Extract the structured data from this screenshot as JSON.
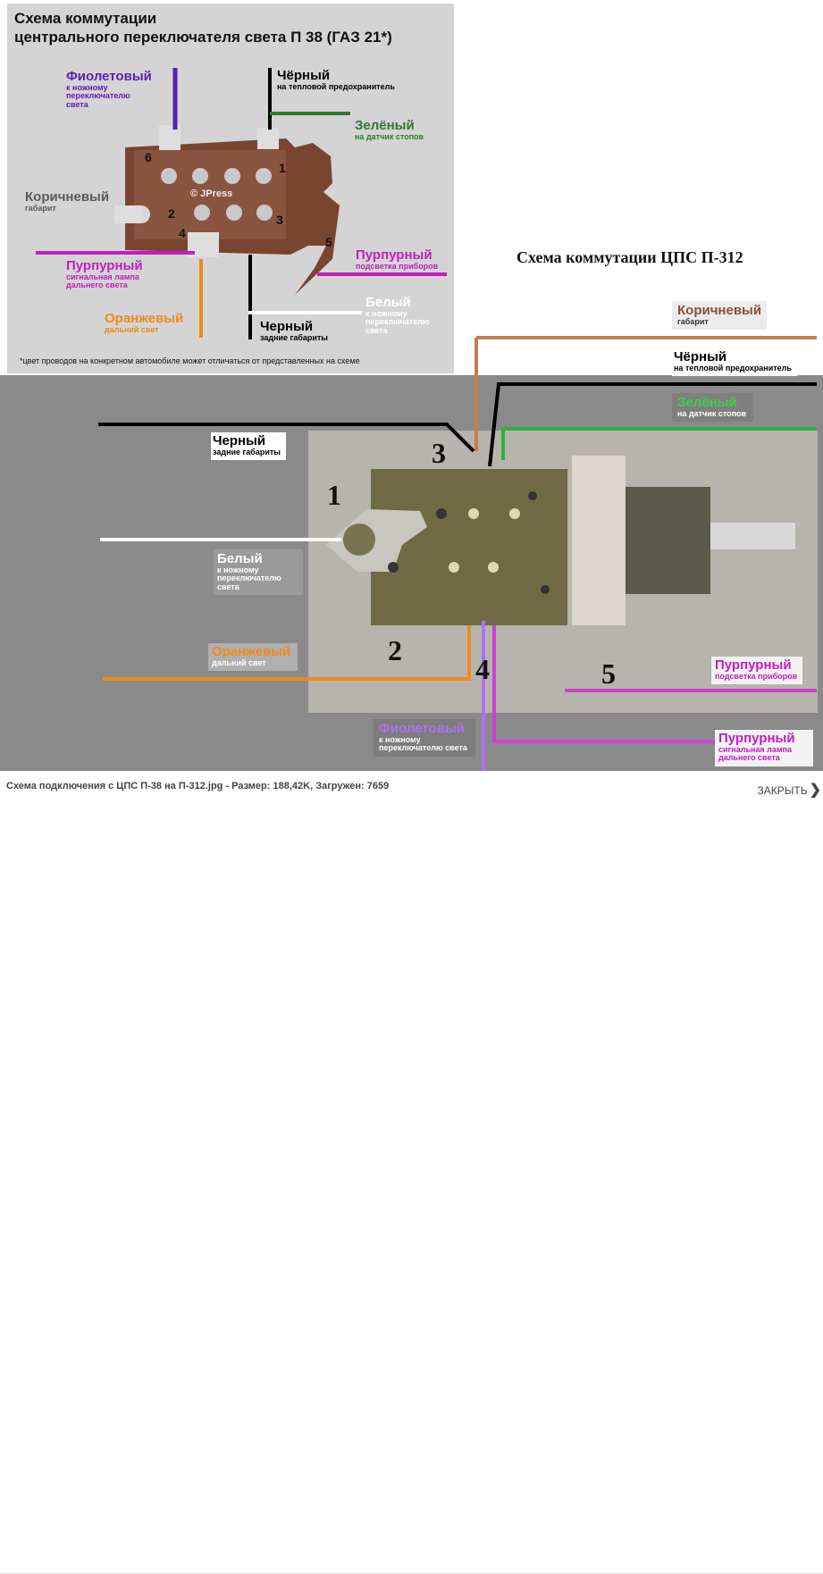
{
  "diagram1": {
    "title_line1": "Схема коммутации",
    "title_line2": "центрального переключателя света П 38 (ГАЗ 21*)",
    "watermark": "© JPress",
    "note": "*цвет проводов на конкретном автомобиле может отличаться от представленных на схеме",
    "terminals": [
      "1",
      "2",
      "3",
      "4",
      "5",
      "6"
    ],
    "labels": {
      "violet": {
        "title": "Фиолетовый",
        "sub": "к ножному переключателю света",
        "color": "#5a1fb0"
      },
      "black_fuse": {
        "title": "Чёрный",
        "sub": "на тепловой предохранитель",
        "color": "#000000"
      },
      "green": {
        "title": "Зелёный",
        "sub": "на датчик стопов",
        "color": "#2f7a2f"
      },
      "brown": {
        "title": "Коричневый",
        "sub": "габарит",
        "color": "#5a5a5a"
      },
      "purple_signal": {
        "title": "Пурпурный",
        "sub": "сигнальная лампа дальнего света",
        "color": "#c020c0"
      },
      "purple_panel": {
        "title": "Пурпурный",
        "sub": "подсветка приборов",
        "color": "#c020c0"
      },
      "orange": {
        "title": "Оранжевый",
        "sub": "дальний свет",
        "color": "#f08a1a"
      },
      "black_rear": {
        "title": "Черный",
        "sub": "задние габариты",
        "color": "#000000"
      },
      "white": {
        "title": "Белый",
        "sub": "к ножному переключателю света",
        "color": "#ffffff"
      }
    }
  },
  "diagram2": {
    "title": "Схема коммутации ЦПС П-312",
    "terminals": [
      "1",
      "2",
      "3",
      "4",
      "5"
    ],
    "labels": {
      "brown": {
        "title": "Коричневый",
        "sub": "габарит",
        "color": "#c08050"
      },
      "black_fuse": {
        "title": "Чёрный",
        "sub": "на тепловой предохранитель",
        "color": "#ffffff"
      },
      "green": {
        "title": "Зелёный",
        "sub": "на датчик стопов",
        "color": "#2fb040"
      },
      "black_rear": {
        "title": "Черный",
        "sub": "задние габариты",
        "color": "#ffffff"
      },
      "white": {
        "title": "Белый",
        "sub": "к ножному переключателю света",
        "color": "#ffffff"
      },
      "orange": {
        "title": "Оранжевый",
        "sub": "дальний свет",
        "color": "#f08a1a"
      },
      "violet": {
        "title": "Фиолетовый",
        "sub": "к ножному переключателю света",
        "color": "#b070f0"
      },
      "purple_panel": {
        "title": "Пурпурный",
        "sub": "подсветка приборов",
        "color": "#d040d0"
      },
      "purple_signal": {
        "title": "Пурпурный",
        "sub": "сигнальная лампа дальнего света",
        "color": "#d040d0"
      }
    }
  },
  "footer": {
    "caption": "Схема подключения с ЦПС П-38 на П-312.jpg - Размер: 188,42K, Загружен: 7659",
    "close_label": "ЗАКРЫТЬ",
    "close_icon": "chevron-right-icon"
  }
}
